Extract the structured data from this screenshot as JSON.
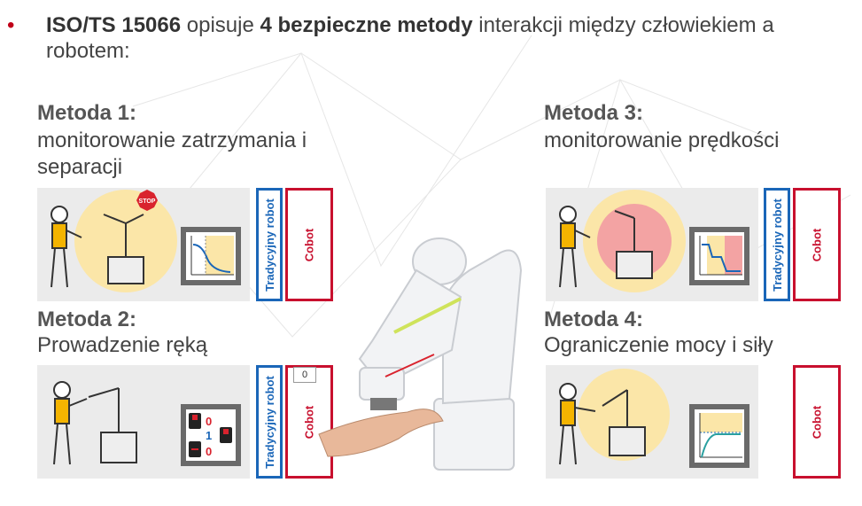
{
  "intro": {
    "bullet": "•",
    "part1": "ISO/TS 15066",
    "part2": " opisuje ",
    "part3": "4 bezpieczne metody",
    "part4": " interakcji między człowiekiem a robotem:"
  },
  "methods": [
    {
      "title": "Metoda 1:",
      "desc": "monitorowanie zatrzymania i separacji"
    },
    {
      "title": "Metoda 2:",
      "desc": "Prowadzenie ręką"
    },
    {
      "title": "Metoda 3:",
      "desc": "monitorowanie prędkości"
    },
    {
      "title": "Metoda 4:",
      "desc": "Ograniczenie mocy i siły"
    }
  ],
  "labels": {
    "traditional": "Tradycyjny robot",
    "cobot": "Cobot"
  },
  "stop_sign": "STOP",
  "counter_value": "0",
  "buttons_digits": [
    "0",
    "1",
    "0"
  ],
  "colors": {
    "red": "#c8102e",
    "blue": "#1a66b8",
    "panel": "#ebebeb",
    "zone_yellow": "#fbe6a8"
  }
}
